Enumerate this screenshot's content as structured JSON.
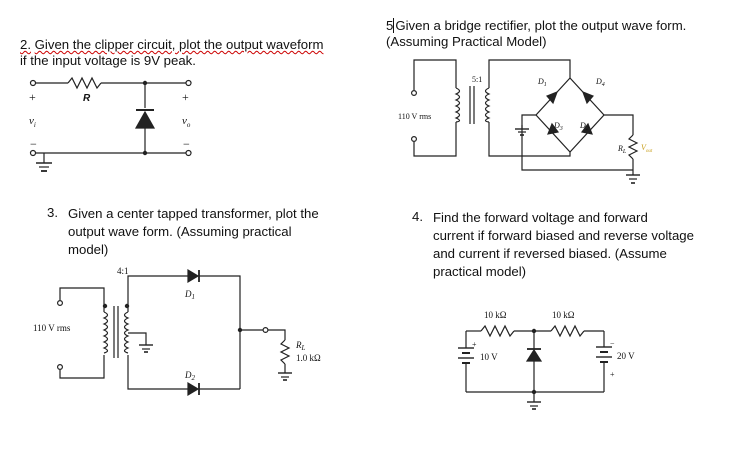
{
  "q2": {
    "number": "2.",
    "line1": "Given the clipper circuit, plot the output waveform",
    "line2": "if the input voltage is 9V peak.",
    "fig": {
      "r": "R",
      "vi": "v",
      "vi_sub": "i",
      "vo": "v",
      "vo_sub": "o",
      "plus": "+",
      "minus": "−"
    }
  },
  "q5": {
    "number": "5",
    "line1": "Given a bridge rectifier, plot the output wave form.",
    "line2": "(Assuming Practical Model)",
    "fig": {
      "ratio": "5:1",
      "vin": "110 V rms",
      "d1": "D",
      "d1_sub": "1",
      "d2": "D",
      "d2_sub": "2",
      "d3": "D",
      "d3_sub": "3",
      "d4": "D",
      "d4_sub": "4",
      "rl": "R",
      "rl_sub": "L",
      "vout": "V",
      "vout_sub": "out"
    }
  },
  "q3": {
    "number": "3.",
    "line1": "Given a center tapped transformer, plot the",
    "line2": "output wave form. (Assuming practical",
    "line3": "model)",
    "fig": {
      "ratio": "4:1",
      "vin": "110 V rms",
      "d1": "D",
      "d1_sub": "1",
      "d2": "D",
      "d2_sub": "2",
      "rl": "R",
      "rl_sub": "L",
      "rval": "1.0 kΩ"
    }
  },
  "q4": {
    "number": "4.",
    "line1": "Find the forward voltage and forward",
    "line2": "current if forward biased and reverse voltage",
    "line3": "and current if reversed biased. (Assume",
    "line4": "practical model)",
    "fig": {
      "r1": "10 kΩ",
      "r2": "10 kΩ",
      "v1": "10 V",
      "v2": "20 V",
      "plus": "+",
      "minus": "−"
    }
  }
}
